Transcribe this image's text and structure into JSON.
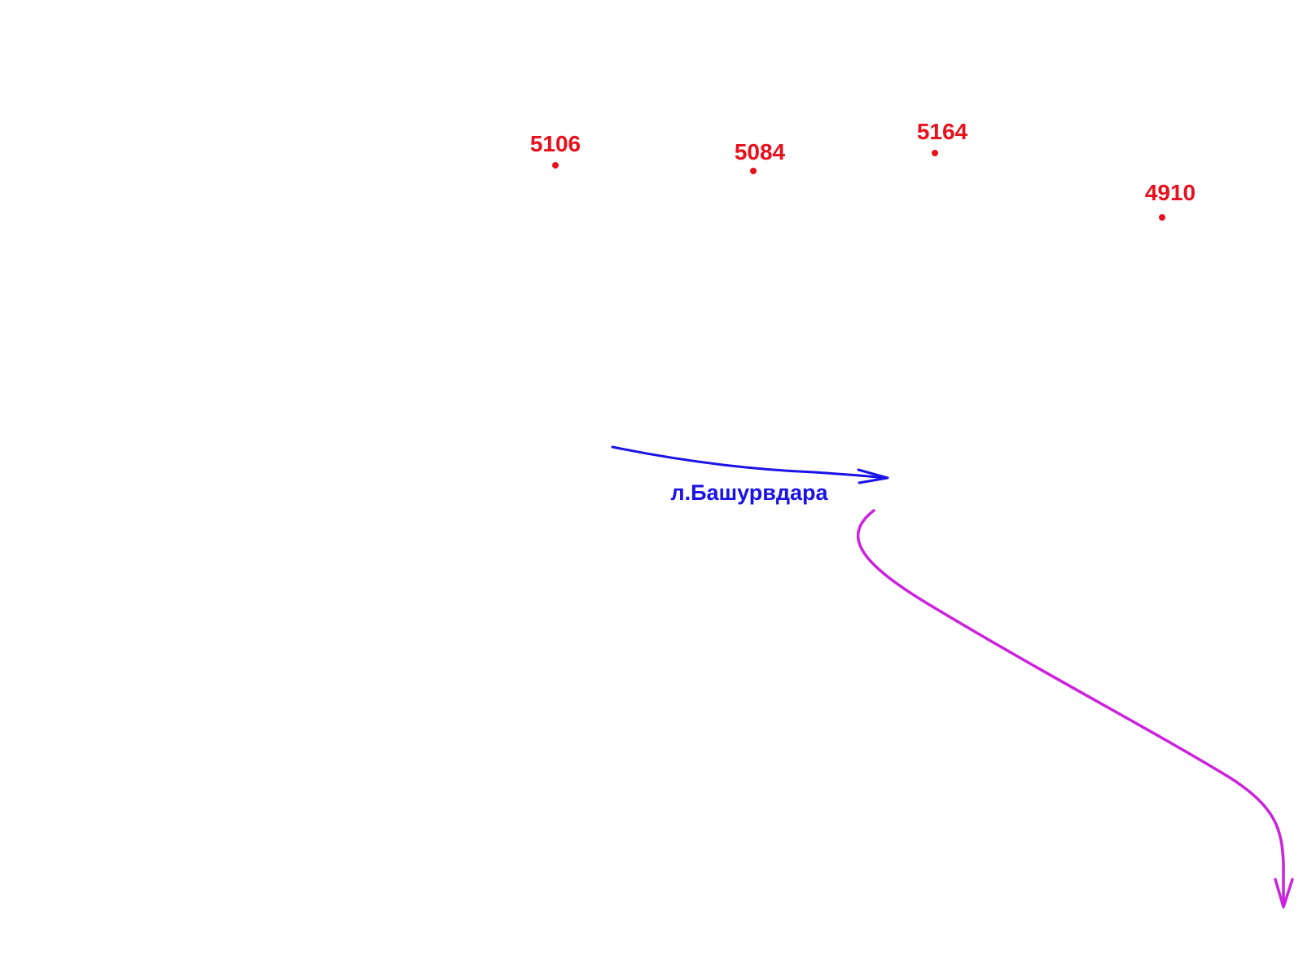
{
  "colors": {
    "background": "#ffffff",
    "peak": "#e8101c",
    "glacier_arrow": "#1a12e6",
    "route_arrow": "#cc22dd"
  },
  "peaks": [
    {
      "elevation": "5106"
    },
    {
      "elevation": "5084"
    },
    {
      "elevation": "5164"
    },
    {
      "elevation": "4910"
    }
  ],
  "glacier": {
    "label": "л.Башурвдара"
  }
}
